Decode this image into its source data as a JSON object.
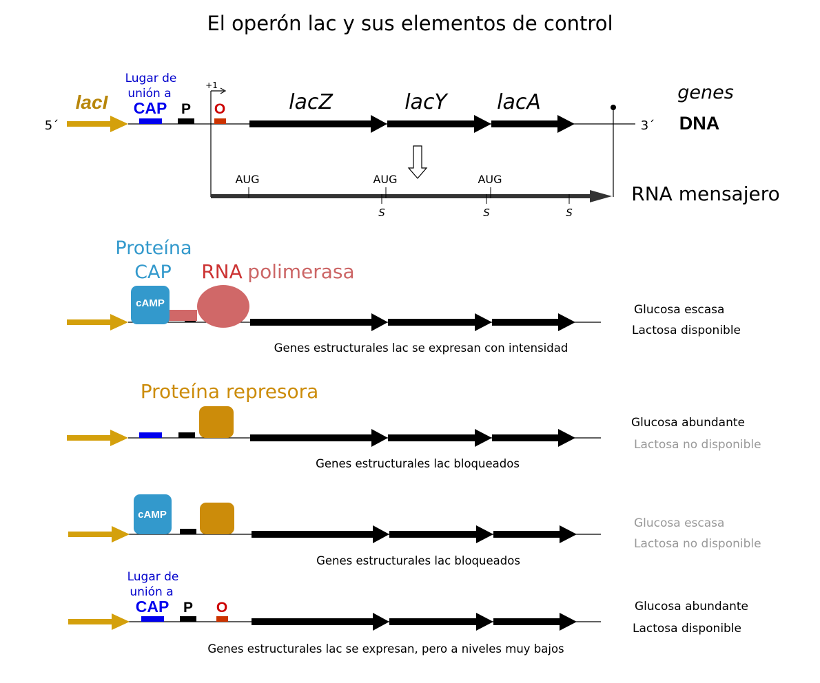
{
  "title": "El operón lac y sus elementos de control",
  "labels": {
    "lacI": "lacI",
    "lugar_line1": "Lugar de",
    "lugar_line2": "unión a",
    "cap": "CAP",
    "p": "P",
    "o": "O",
    "plus_one": "+1",
    "lacZ": "lacZ",
    "lacY": "lacY",
    "lacA": "lacA",
    "genes": "genes",
    "dna": "DNA",
    "five_prime": "5´",
    "three_prime": "3´",
    "aug": "AUG",
    "stop": "S",
    "rna_mensajero": "RNA mensajero",
    "proteina": "Proteína",
    "cap_protein": "CAP",
    "rna": "RNA",
    "polimerasa": "polimerasa",
    "camp": "cAMP",
    "proteina_represora": "Proteína represora"
  },
  "scenarios": [
    {
      "glucosa": "Glucosa escasa",
      "lactosa": "Lactosa disponible",
      "caption": "Genes estructurales lac se expresan con intensidad"
    },
    {
      "glucosa": "Glucosa abundante",
      "lactosa": "Lactosa no disponible",
      "caption": "Genes estructurales lac bloqueados"
    },
    {
      "glucosa": "Glucosa escasa",
      "lactosa": "Lactosa no disponible",
      "caption": "Genes estructurales lac bloqueados"
    },
    {
      "glucosa": "Glucosa abundante",
      "lactosa": "Lactosa disponible",
      "caption": "Genes estructurales lac se expresan, pero a niveles muy bajos"
    }
  ],
  "colors": {
    "laci_arrow": "#d4a00c",
    "cap_site": "#0000ee",
    "operator": "#cc3300",
    "cap_protein": "#3399cc",
    "polymerase": "#cc6666",
    "rna_label": "#cc3333",
    "repressor": "#cc8c0a",
    "faded_text": "#999999"
  }
}
